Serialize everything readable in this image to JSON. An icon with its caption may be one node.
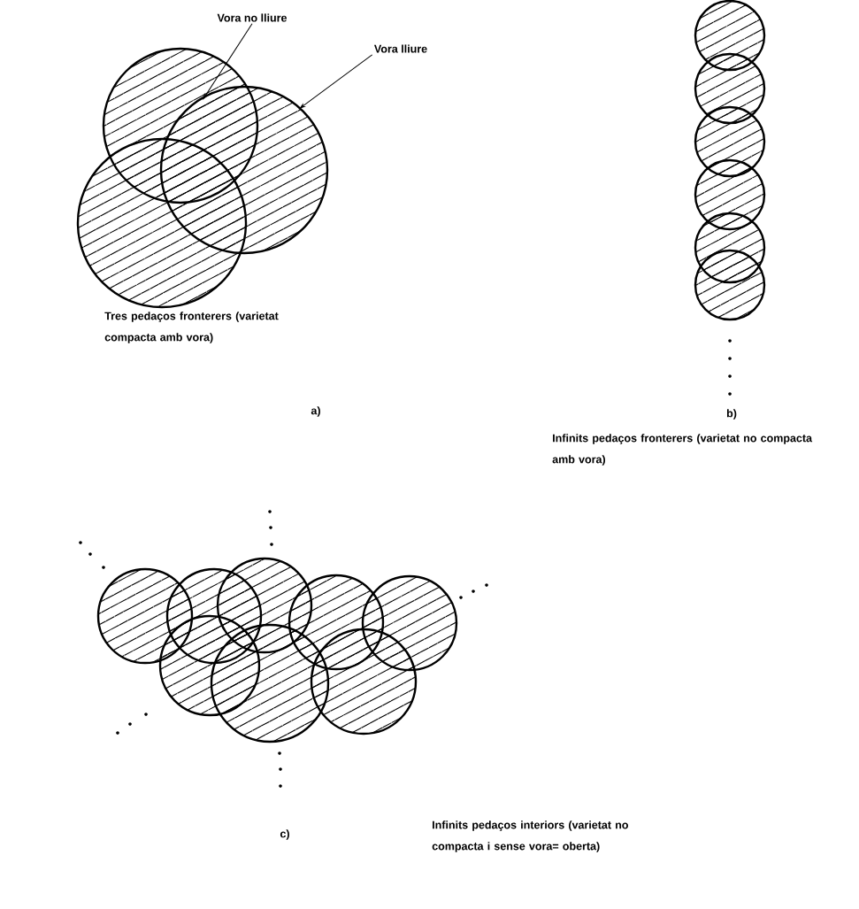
{
  "diagram": {
    "nodes": [
      {
        "text": [
          "Vora no lliure"
        ]
      },
      {
        "text": [
          "Vora lliure"
        ]
      }
    ],
    "edges": [
      {
        "from": 0,
        "to": null,
        "arrow": "to"
      },
      {
        "from": 1,
        "to": null,
        "arrow": "to"
      }
    ],
    "labels": [
      "Tres pedaços fronterers (varietat compacta amb vora)",
      "b)",
      "a)",
      "Infinits pedaços fronterers (varietat no compacta amb vora)",
      "c)",
      "Infinits pedaços interiors (varietat no compacta i sense vora= oberta)"
    ]
  }
}
